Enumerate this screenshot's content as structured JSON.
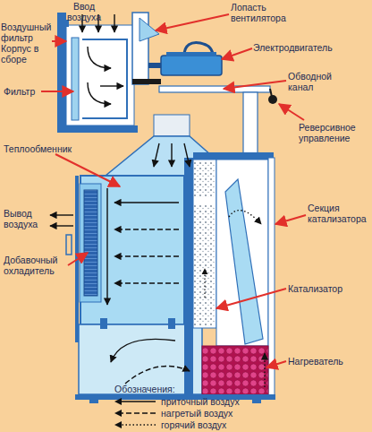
{
  "diagram": {
    "labels": [
      "Ввод воздуха",
      "Воздушный фильтр Корпус в сборе",
      "Лопасть вентилятора",
      "Электродвигатель",
      "Обводной канал",
      "Фильтр",
      "Реверсивное управление",
      "Теплообменник",
      "Вывод воздуха",
      "Секция катализатора",
      "Добавочный охладитель",
      "Катализатор",
      "Нагреватель",
      "Обозначения:"
    ],
    "legend": [
      {
        "text": "приточный воздух"
      },
      {
        "text": "нагретый воздух"
      },
      {
        "text": "горячий воздух"
      }
    ]
  }
}
